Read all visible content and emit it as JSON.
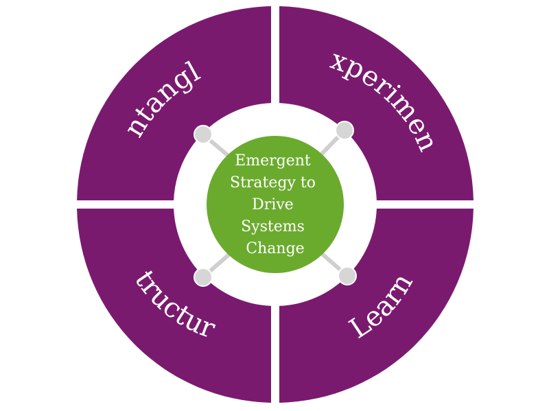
{
  "colors": {
    "segment": "#7a1a6f",
    "ring_gap": "#ffffff",
    "center": "#6aab2e",
    "connector": "#cfcfcf"
  },
  "segments": [
    {
      "id": "untangle",
      "label": "Untangle"
    },
    {
      "id": "experiment",
      "label": "Experiment"
    },
    {
      "id": "structure",
      "label": "Structure"
    },
    {
      "id": "learn",
      "label": "Learn"
    }
  ],
  "center": {
    "lines": [
      "Emergent",
      "Strategy to",
      "Drive",
      "Systems",
      "Change"
    ]
  }
}
